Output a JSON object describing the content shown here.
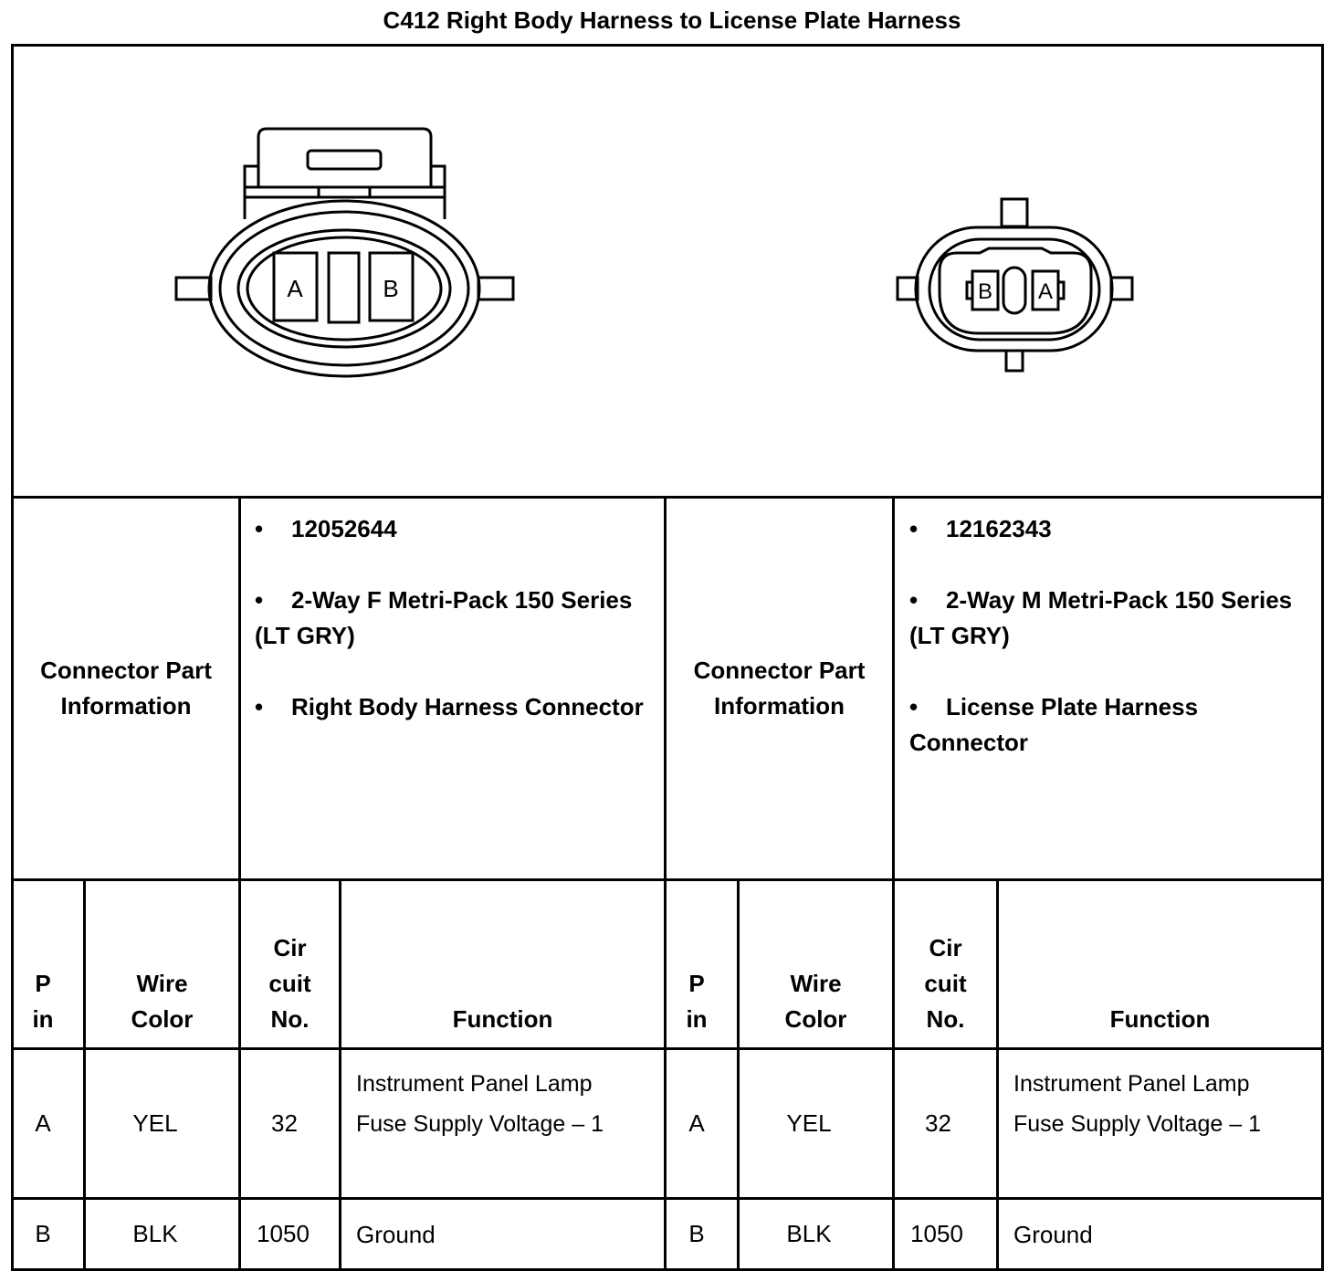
{
  "title": "C412 Right Body Harness to License Plate Harness",
  "left_connector": {
    "info_label": "Connector Part Information",
    "info_items": [
      "12052644",
      "2-Way F Metri-Pack 150 Series (LT GRY)",
      "Right Body Harness Connector"
    ],
    "cavity_labels": [
      "A",
      "B"
    ],
    "headers": {
      "pin": "P in",
      "wire_color": "Wire Color",
      "circuit": "Cir cuit No.",
      "function": "Function"
    },
    "rows": [
      {
        "pin": "A",
        "wire_color": "YEL",
        "circuit": "32",
        "function": "Instrument Panel Lamp Fuse Supply Voltage – 1"
      },
      {
        "pin": "B",
        "wire_color": "BLK",
        "circuit": "1050",
        "function": "Ground"
      }
    ]
  },
  "right_connector": {
    "info_label": "Connector Part Information",
    "info_items": [
      "12162343",
      "2-Way M Metri-Pack 150 Series (LT GRY)",
      "License Plate Harness Connector"
    ],
    "cavity_labels": [
      "B",
      "A"
    ],
    "headers": {
      "pin": "P in",
      "wire_color": "Wire Color",
      "circuit": "Cir cuit No.",
      "function": "Function"
    },
    "rows": [
      {
        "pin": "A",
        "wire_color": "YEL",
        "circuit": "32",
        "function": "Instrument Panel Lamp Fuse Supply Voltage – 1"
      },
      {
        "pin": "B",
        "wire_color": "BLK",
        "circuit": "1050",
        "function": "Ground"
      }
    ]
  }
}
